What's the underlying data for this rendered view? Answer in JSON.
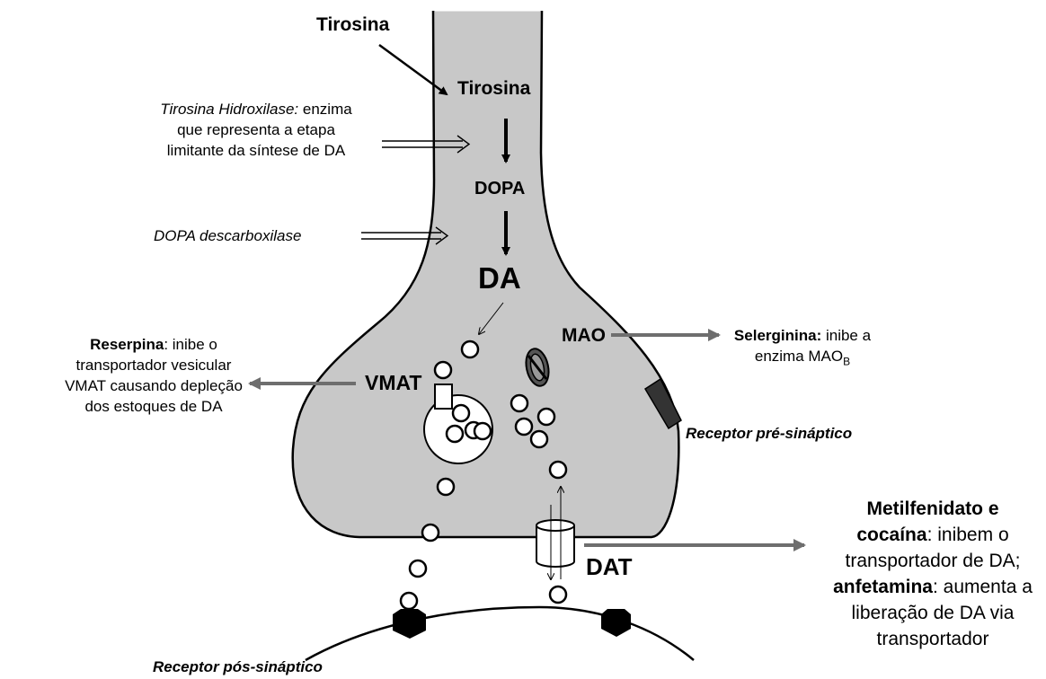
{
  "labels": {
    "tirosina_outside": "Tirosina",
    "tirosina_inside": "Tirosina",
    "dopa": "DOPA",
    "da": "DA",
    "mao": "MAO",
    "vmat": "VMAT",
    "dat": "DAT",
    "receptor_pre": "Receptor pré-sináptico",
    "receptor_pos": "Receptor pós-sináptico"
  },
  "annotations": {
    "tirosina_hidroxilase": {
      "name": "Tirosina Hidroxilase:",
      "line1_rest": " enzima",
      "line2": "que representa a etapa",
      "line3": "limitante da síntese de DA"
    },
    "dopa_descarboxilase": "DOPA descarboxilase",
    "reserpina": {
      "name": "Reserpina",
      "line1_rest": ": inibe o",
      "line2": "transportador vesicular",
      "line3": "VMAT causando depleção",
      "line4": "dos estoques de DA"
    },
    "selerginina": {
      "name": "Selerginina:",
      "line1_rest": " inibe a",
      "line2_prefix": "enzima MAO",
      "line2_sub": "B"
    },
    "metilfenidato": {
      "line1": "Metilfenidato e",
      "line2_bold": "cocaína",
      "line2_rest": ": inibem o",
      "line3": "transportador de DA;",
      "line4_bold": "anfetamina",
      "line4_rest": ": aumenta a",
      "line5": "liberação de DA via",
      "line6": "transportador"
    }
  },
  "colors": {
    "terminal_fill": "#c8c8c8",
    "terminal_stroke": "#000000",
    "drug_arrow": "#6e6e6e",
    "receptor_fill": "#000000",
    "pre_receptor_fill": "#333333"
  }
}
